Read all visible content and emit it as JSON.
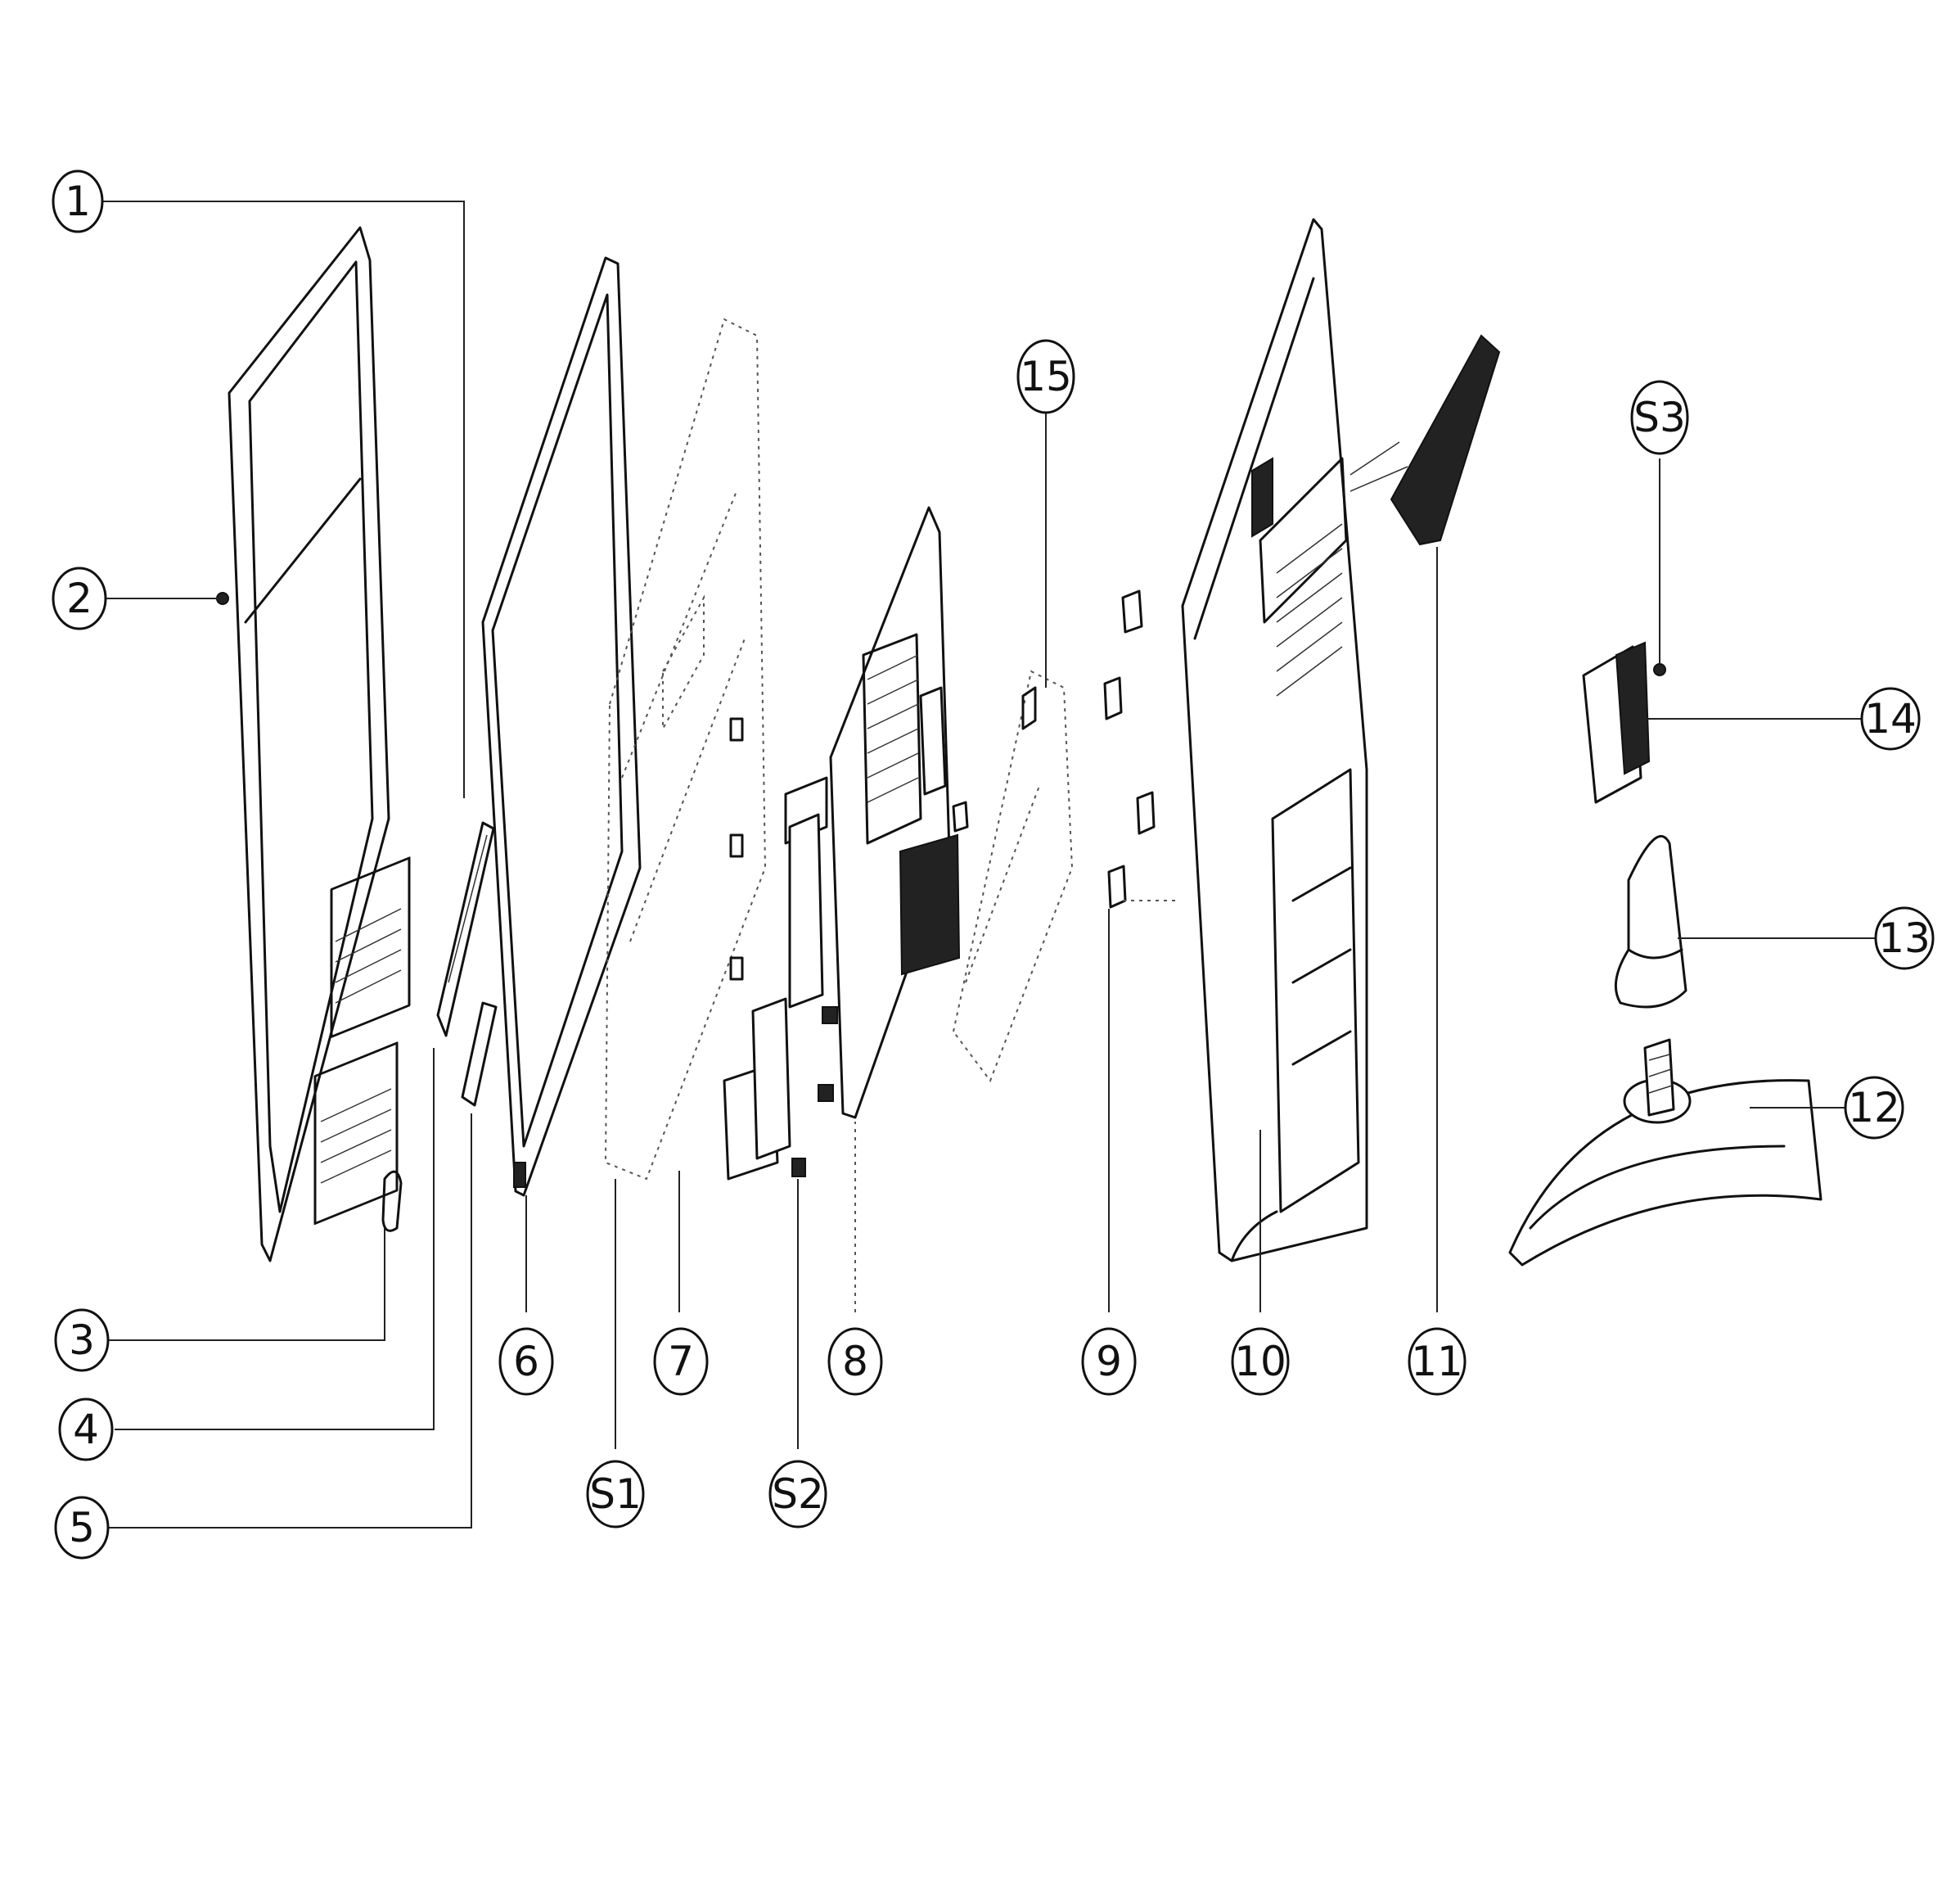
{
  "callouts": {
    "c1": "1",
    "c2": "2",
    "c3": "3",
    "c4": "4",
    "c5": "5",
    "c6": "6",
    "c7": "7",
    "c8": "8",
    "c9": "9",
    "c10": "10",
    "c11": "11",
    "c12": "12",
    "c13": "13",
    "c14": "14",
    "c15": "15",
    "s1": "S1",
    "s2": "S2",
    "s3": "S3"
  }
}
